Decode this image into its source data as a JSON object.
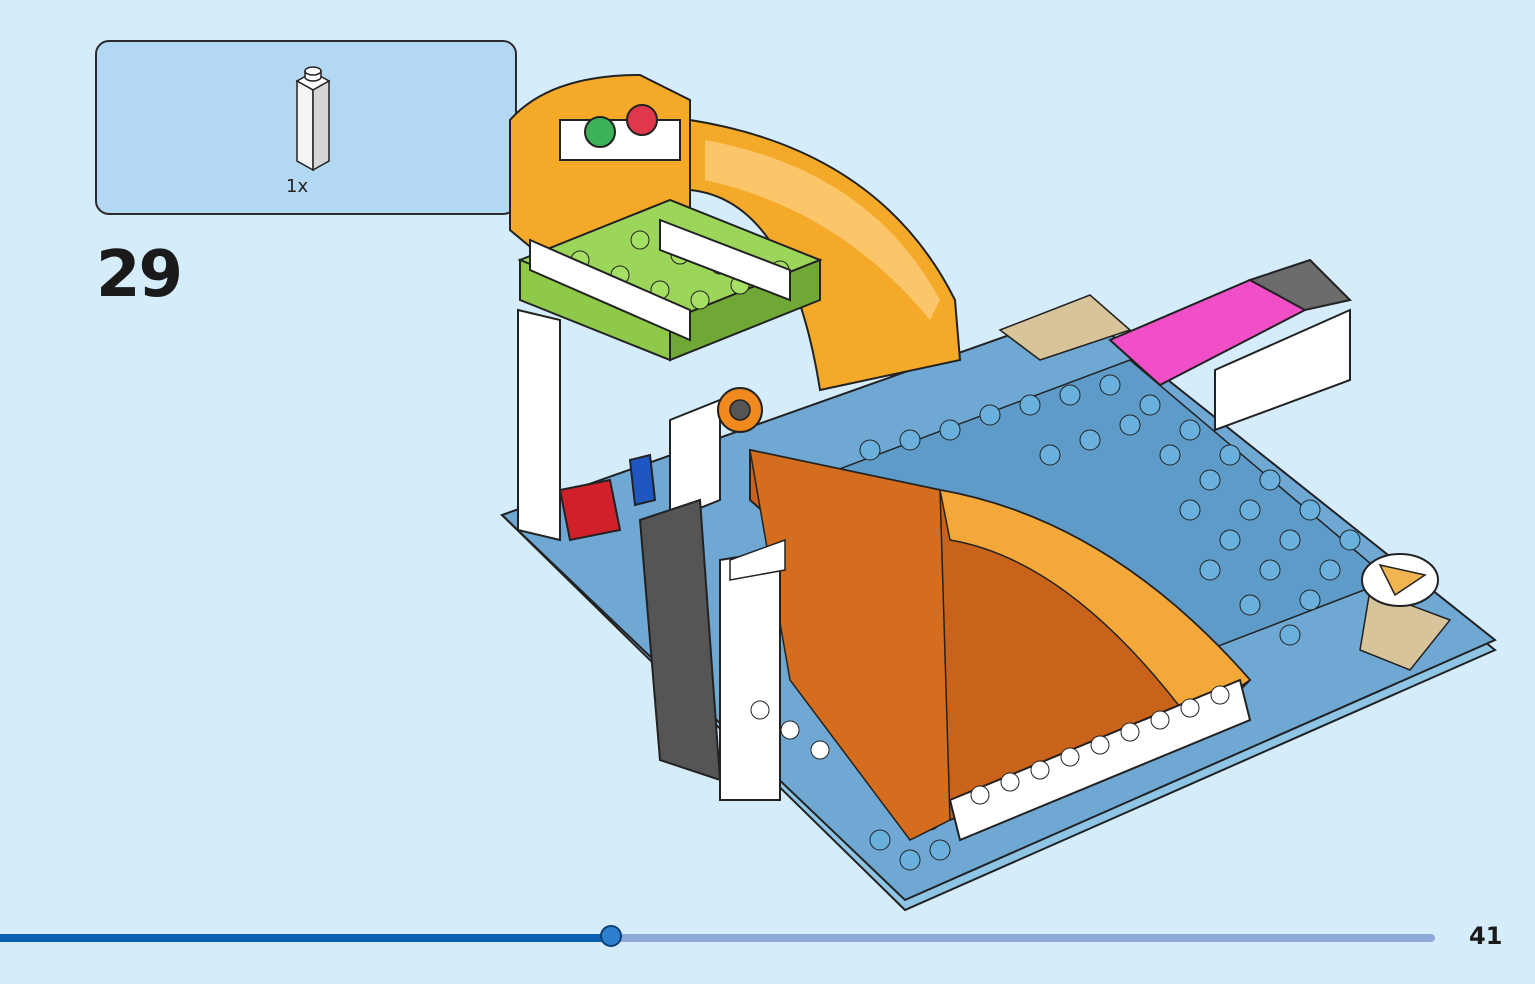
{
  "step": {
    "number": "29"
  },
  "parts_list": {
    "items": [
      {
        "part_icon": "white-1x1x3-brick-icon",
        "quantity": "1x"
      }
    ]
  },
  "model": {
    "image": "lego-skate-park-build-illustration"
  },
  "footer": {
    "progress": 0.426,
    "page_number": "41"
  },
  "colors": {
    "background": "#d5ecfb",
    "parts_box": "#b3d8f4",
    "progress_fill": "#0a5fb0",
    "progress_track": "#8fa9da"
  }
}
